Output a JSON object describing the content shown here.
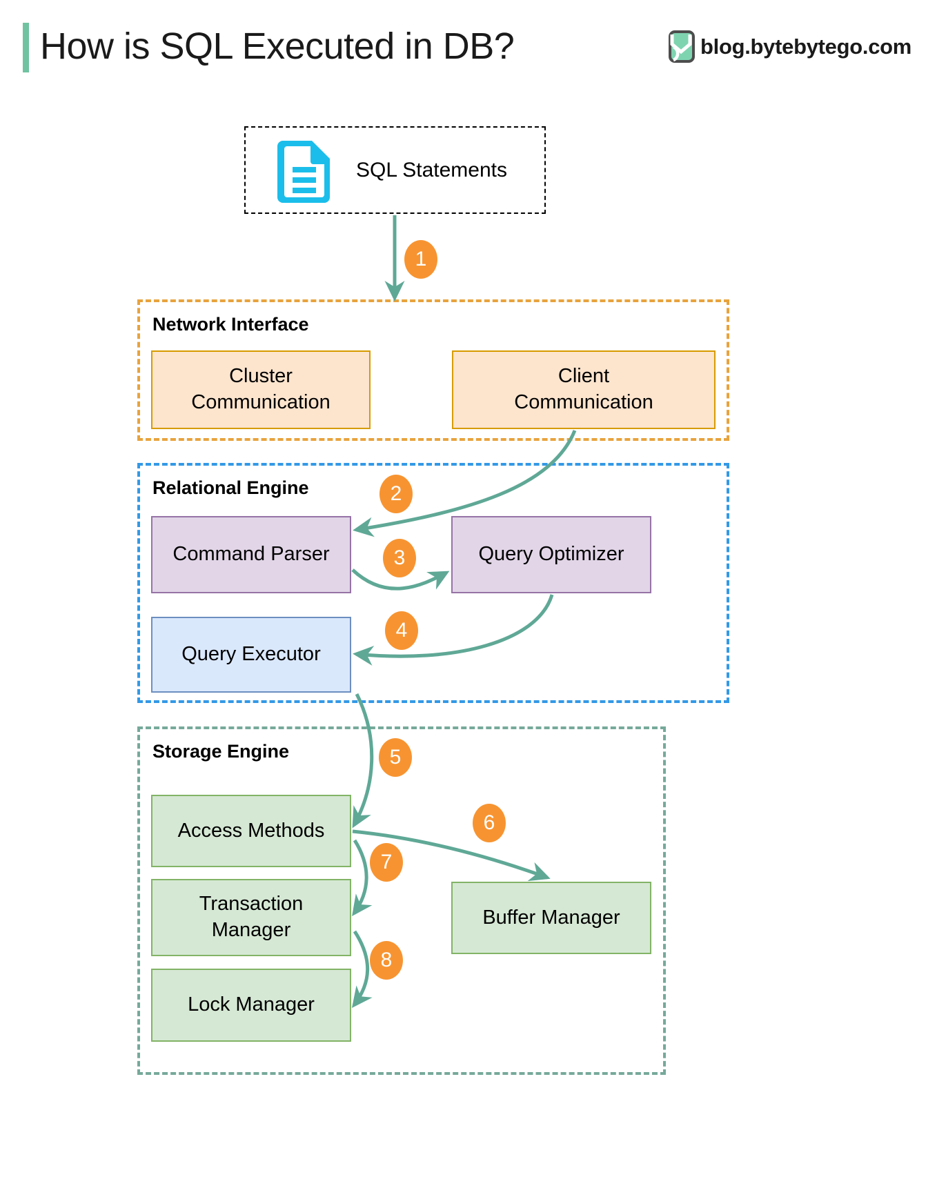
{
  "header": {
    "title": "How is SQL Executed in DB?",
    "brand_text": "blog.bytebytego.com",
    "accent_bar_color": "#6FC3A0",
    "logo_name": "bytebytego-logo-icon"
  },
  "input": {
    "label": "SQL Statements",
    "icon": "document-icon",
    "icon_color": "#1BBEEA"
  },
  "groups": [
    {
      "id": "network-interface",
      "label": "Network Interface",
      "border_color": "#E8A33D",
      "nodes": [
        {
          "id": "cluster-communication",
          "label": "Cluster\nCommunication",
          "fill": "#FCE4CD",
          "stroke": "#D79B00"
        },
        {
          "id": "client-communication",
          "label": "Client\nCommunication",
          "fill": "#FCE4CD",
          "stroke": "#D79B00"
        }
      ]
    },
    {
      "id": "relational-engine",
      "label": "Relational Engine",
      "border_color": "#3399E6",
      "nodes": [
        {
          "id": "command-parser",
          "label": "Command Parser",
          "fill": "#E1D5E7",
          "stroke": "#9673A6"
        },
        {
          "id": "query-optimizer",
          "label": "Query Optimizer",
          "fill": "#E1D5E7",
          "stroke": "#9673A6"
        },
        {
          "id": "query-executor",
          "label": "Query Executor",
          "fill": "#DAE8FC",
          "stroke": "#6C8EBF"
        }
      ]
    },
    {
      "id": "storage-engine",
      "label": "Storage Engine",
      "border_color": "#76A99A",
      "nodes": [
        {
          "id": "access-methods",
          "label": "Access Methods",
          "fill": "#D5E8D4",
          "stroke": "#82B366"
        },
        {
          "id": "transaction-manager",
          "label": "Transaction\nManager",
          "fill": "#D5E8D4",
          "stroke": "#82B366"
        },
        {
          "id": "lock-manager",
          "label": "Lock Manager",
          "fill": "#D5E8D4",
          "stroke": "#82B366"
        },
        {
          "id": "buffer-manager",
          "label": "Buffer Manager",
          "fill": "#D5E8D4",
          "stroke": "#82B366"
        }
      ]
    }
  ],
  "steps": [
    {
      "number": "1",
      "from": "sql-statements",
      "to": "network-interface"
    },
    {
      "number": "2",
      "from": "client-communication",
      "to": "command-parser"
    },
    {
      "number": "3",
      "from": "command-parser",
      "to": "query-optimizer"
    },
    {
      "number": "4",
      "from": "query-optimizer",
      "to": "query-executor"
    },
    {
      "number": "5",
      "from": "query-executor",
      "to": "access-methods"
    },
    {
      "number": "6",
      "from": "access-methods",
      "to": "buffer-manager"
    },
    {
      "number": "7",
      "from": "access-methods",
      "to": "transaction-manager"
    },
    {
      "number": "8",
      "from": "transaction-manager",
      "to": "lock-manager"
    }
  ],
  "style": {
    "arrow_color": "#5FA896",
    "badge_color": "#F79431",
    "badge_text_color": "#FFFFFF"
  }
}
